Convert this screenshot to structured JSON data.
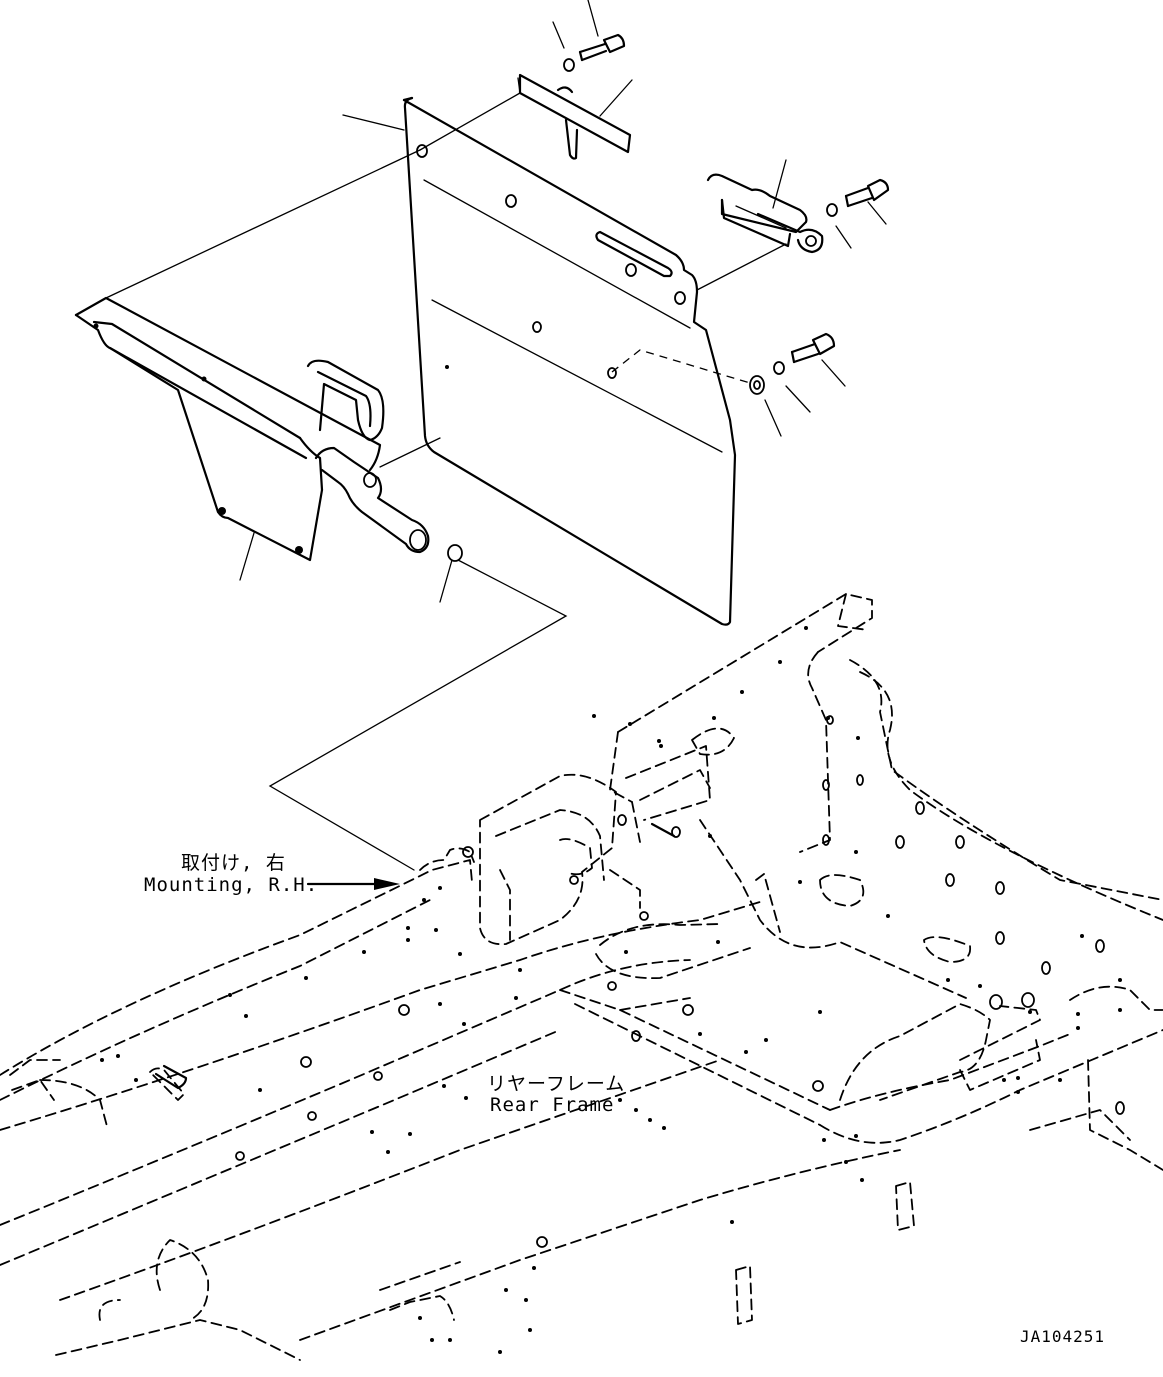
{
  "labels": {
    "mounting_jp": "取付け, 右",
    "mounting_en": "Mounting, R.H.",
    "frame_jp": "リヤーフレーム",
    "frame_en": "Rear Frame",
    "drawing_id": "JA104251"
  }
}
